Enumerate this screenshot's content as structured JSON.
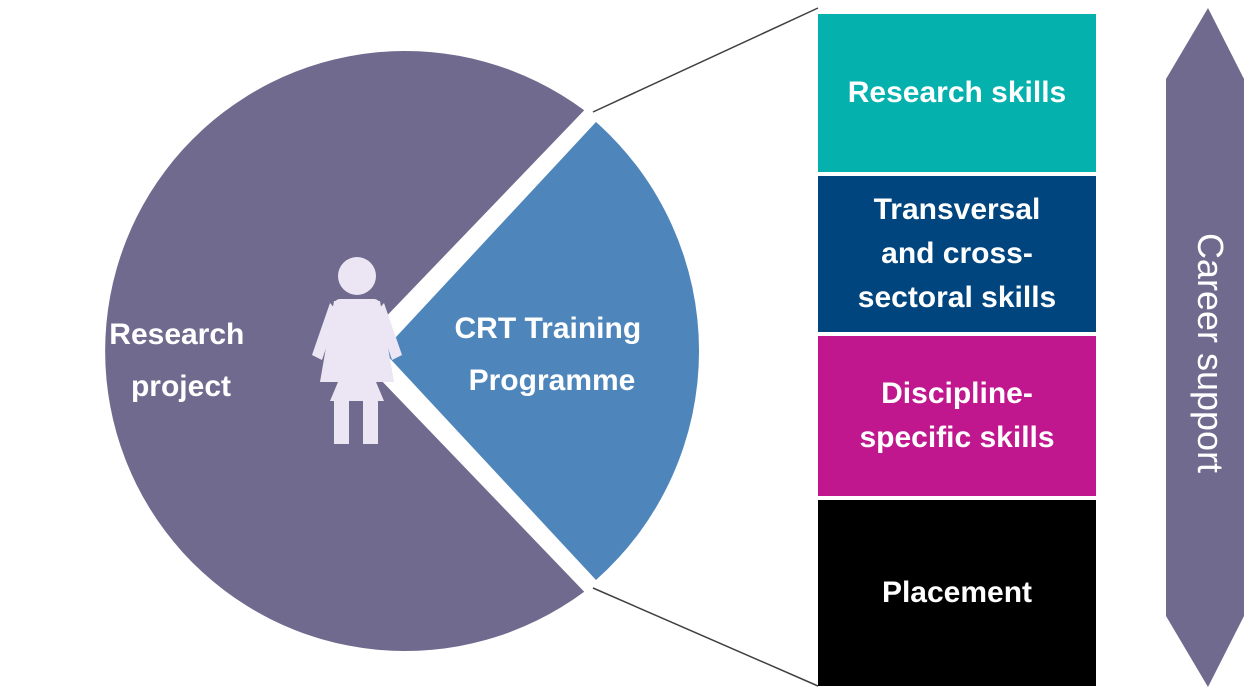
{
  "circle": {
    "research_project_lines": [
      "Research",
      "project"
    ],
    "crt_lines": [
      "CRT Training",
      "Programme"
    ]
  },
  "skills": [
    {
      "lines": [
        "Research skills"
      ]
    },
    {
      "lines": [
        "Transversal",
        "and cross-",
        "sectoral skills"
      ]
    },
    {
      "lines": [
        "Discipline-",
        "specific skills"
      ]
    },
    {
      "lines": [
        "Placement"
      ]
    }
  ],
  "career_support": "Career support",
  "colors": {
    "research_project": "#706a8e",
    "crt_training": "#4e86bc",
    "research_skills": "#04b1ad",
    "transversal_skills": "#01457e",
    "discipline_skills": "#c0178e",
    "placement": "#000000",
    "career_support": "#706a8e",
    "person_icon": "#ece6f4"
  },
  "icons": {
    "person": "person-icon"
  }
}
